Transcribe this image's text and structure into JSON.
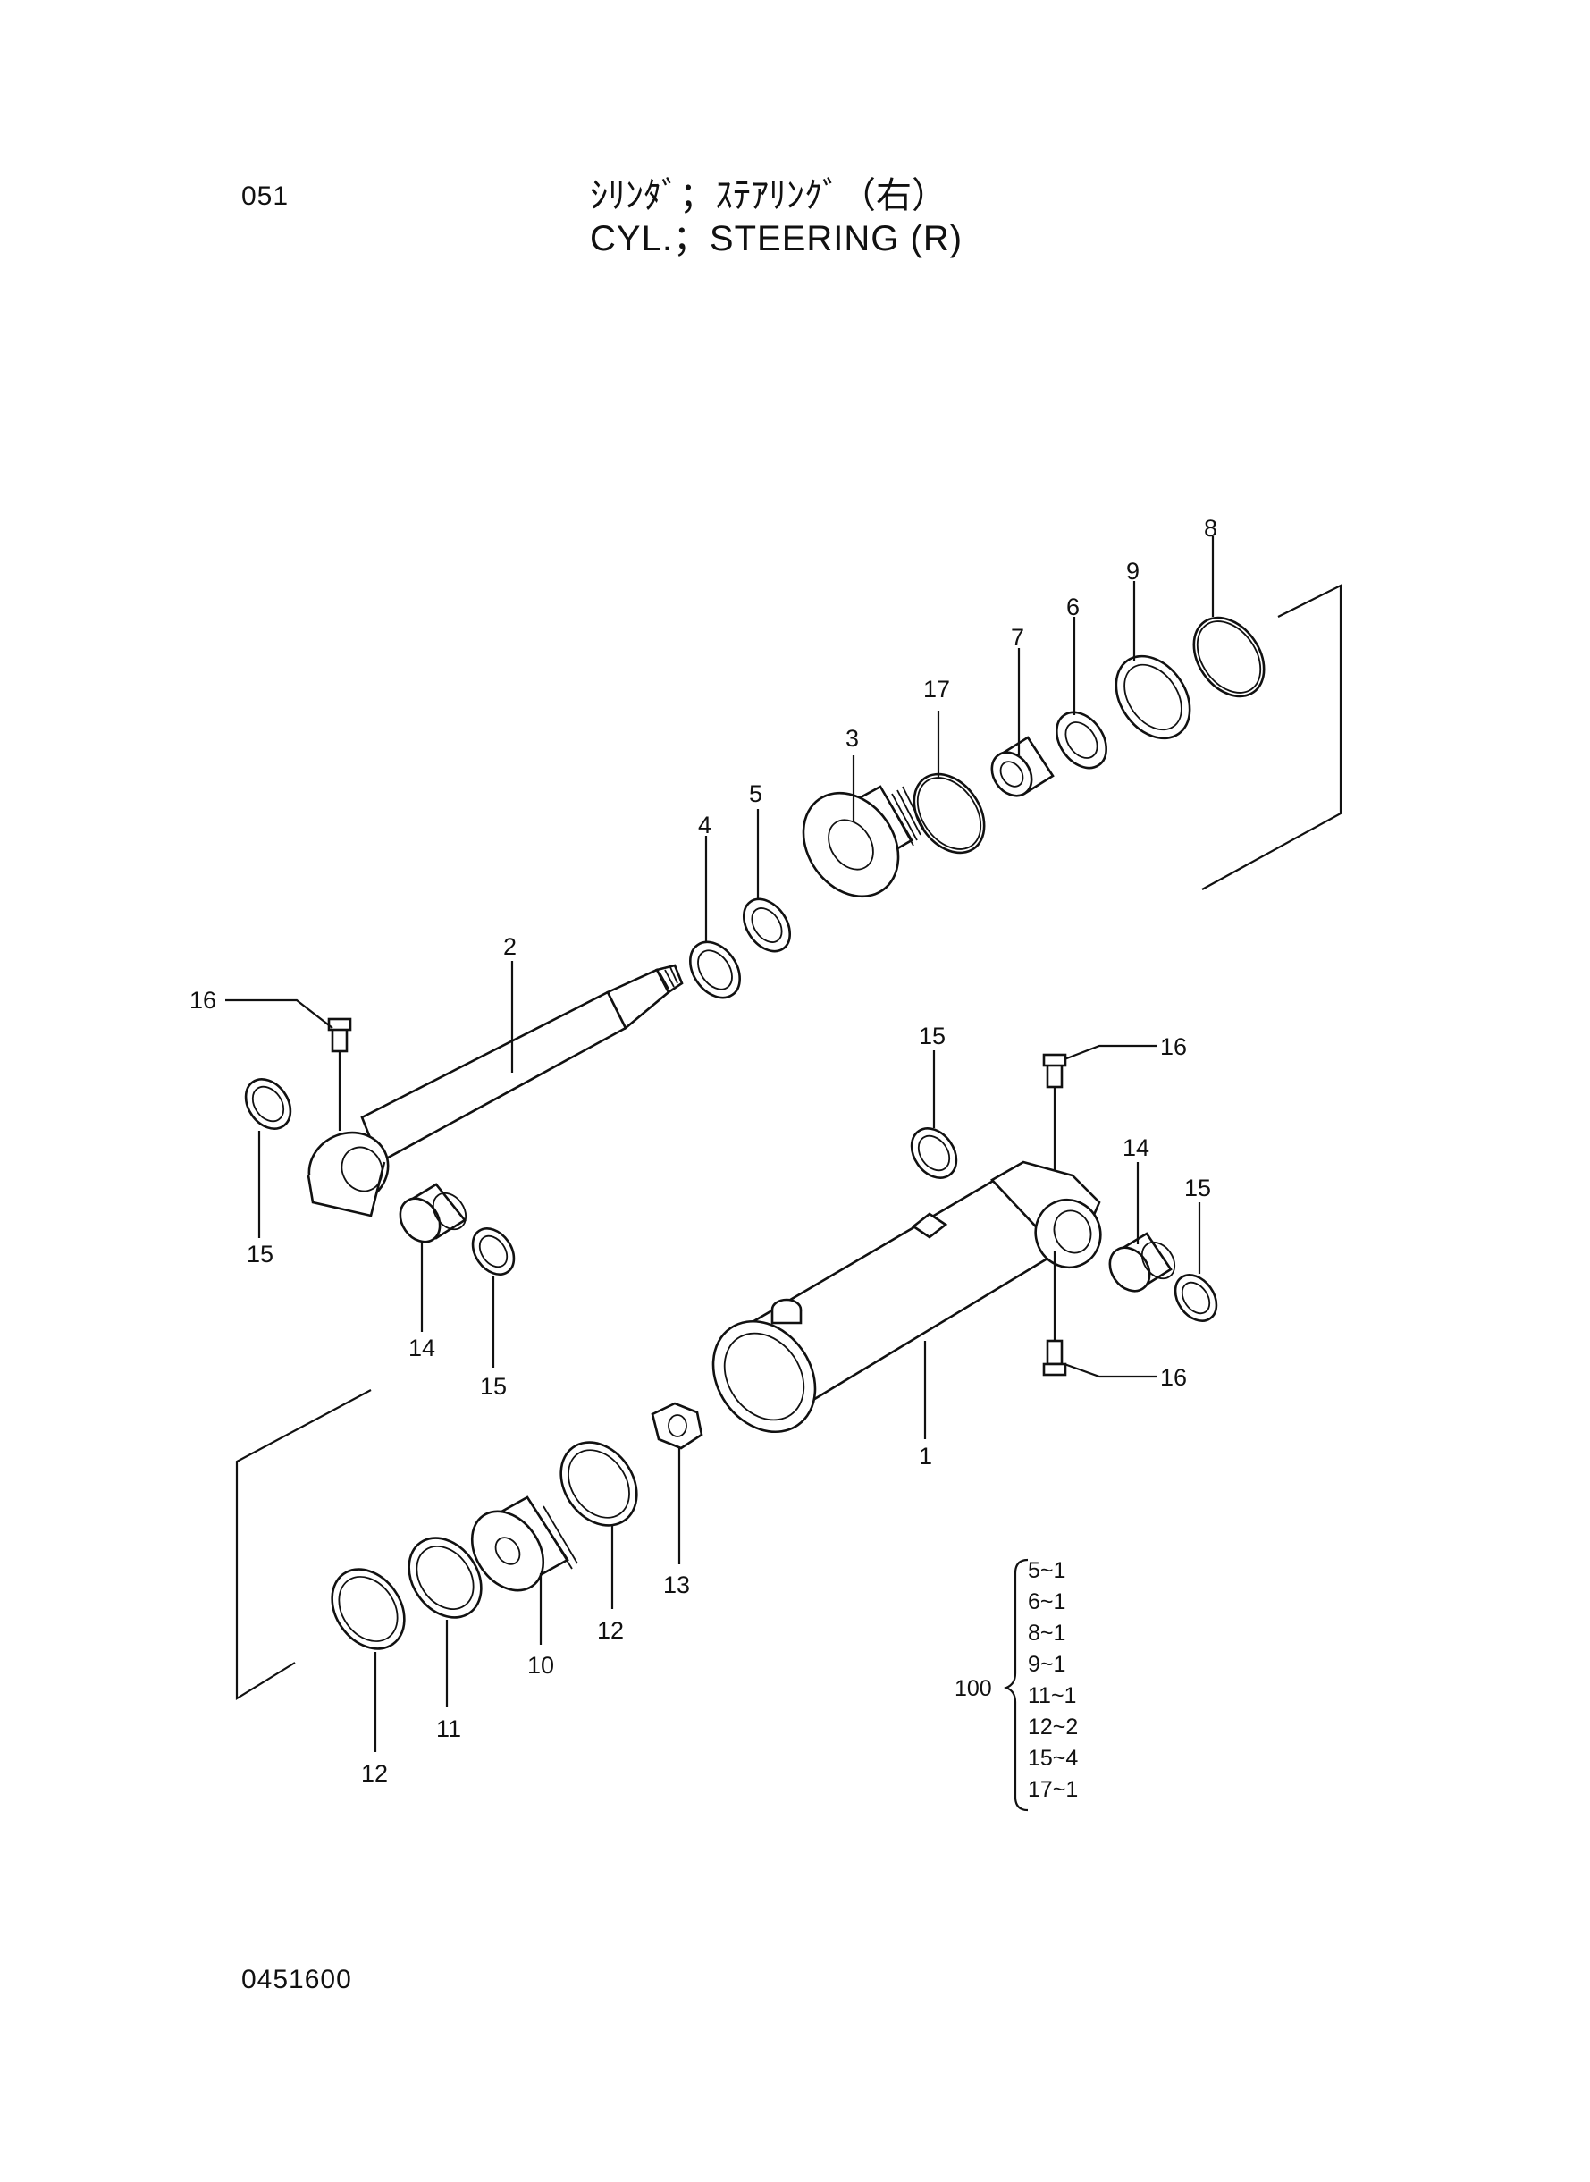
{
  "header": {
    "page_number": "051",
    "title_jp": "ｼﾘﾝﾀﾞ；ｽﾃｱﾘﾝｸﾞ（右）",
    "title_en": "CYL.；STEERING (R)"
  },
  "footer": {
    "doc_code": "0451600"
  },
  "callouts": {
    "c1": "1",
    "c2": "2",
    "c3": "3",
    "c4": "4",
    "c5": "5",
    "c6": "6",
    "c7": "7",
    "c8": "8",
    "c9": "9",
    "c10": "10",
    "c11": "11",
    "c12a": "12",
    "c12b": "12",
    "c13": "13",
    "c14a": "14",
    "c14b": "14",
    "c15a": "15",
    "c15b": "15",
    "c15c": "15",
    "c15d": "15",
    "c16a": "16",
    "c16b": "16",
    "c16c": "16",
    "c17": "17"
  },
  "seal_kit": {
    "number": "100",
    "items": [
      "5~1",
      "6~1",
      "8~1",
      "9~1",
      "11~1",
      "12~2",
      "15~4",
      "17~1"
    ]
  }
}
